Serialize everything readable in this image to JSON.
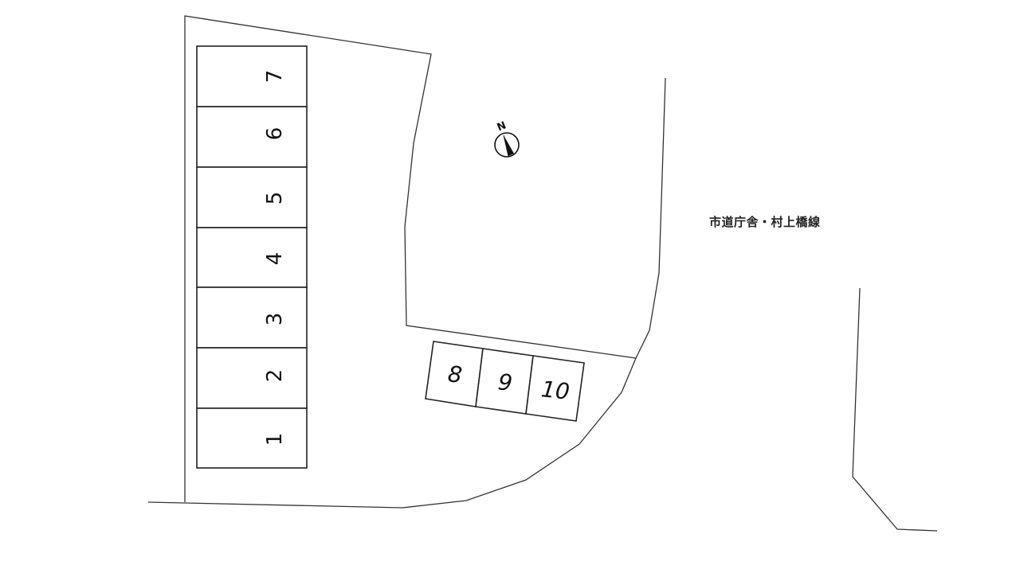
{
  "map": {
    "road_label": "市道庁舎・村上橋線",
    "compass": {
      "label": "N",
      "icon": "north-arrow-icon"
    },
    "parking_stalls_left": [
      {
        "number": "7"
      },
      {
        "number": "6"
      },
      {
        "number": "5"
      },
      {
        "number": "4"
      },
      {
        "number": "3"
      },
      {
        "number": "2"
      },
      {
        "number": "1"
      }
    ],
    "parking_stalls_bottom": [
      {
        "number": "8"
      },
      {
        "number": "9"
      },
      {
        "number": "10"
      }
    ],
    "colors": {
      "line": "#333333",
      "background": "#ffffff"
    }
  }
}
